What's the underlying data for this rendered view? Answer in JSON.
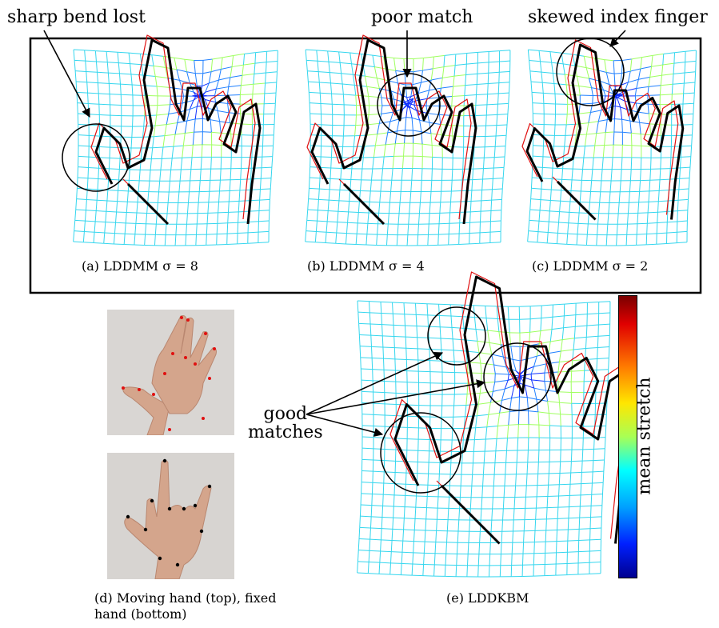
{
  "callouts": {
    "sharp_bend": "sharp bend lost",
    "poor_match": "poor match",
    "skewed_finger": "skewed index finger",
    "good_matches_line1": "good",
    "good_matches_line2": "matches"
  },
  "captions": {
    "a": "(a)  LDDMM σ = 8",
    "b": "(b)  LDDMM σ = 4",
    "c": "(c)  LDDMM σ = 2",
    "d_line1": "(d)  Moving hand (top), fixed",
    "d_line2": "hand (bottom)",
    "e": "(e)  LDDKBM"
  },
  "colorbar": {
    "label": "mean stretch",
    "colors": [
      "#7a0000",
      "#e00000",
      "#ff7a00",
      "#ffe600",
      "#a8ff55",
      "#00ffff",
      "#00a0ff",
      "#0020ff",
      "#000090"
    ]
  },
  "colors": {
    "grid_main": "#35d6ee",
    "moving_curve": "#e01010",
    "fixed_curve": "#000000",
    "photo_bg": "#d9d6d3",
    "skin": "#d4a58c"
  }
}
